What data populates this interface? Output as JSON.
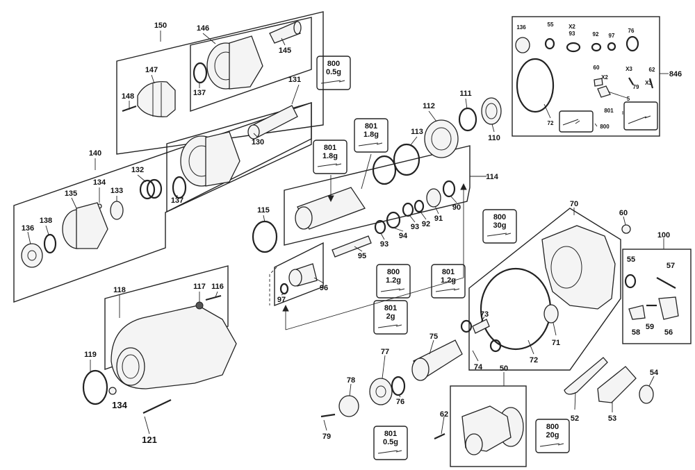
{
  "kits": {
    "k150": "150",
    "k146": "146",
    "k145": "145",
    "k147": "147",
    "k148": "148",
    "k137a": "137",
    "k131": "131",
    "k130": "130",
    "k140": "140",
    "k132": "132",
    "k134a": "134",
    "k133": "133",
    "k135": "135",
    "k136a": "136",
    "k138": "138",
    "k137b": "137",
    "k118": "118",
    "k117": "117",
    "k116": "116",
    "k119": "119",
    "k134b": "134",
    "k121": "121",
    "k115": "115",
    "k95": "95",
    "k93a": "93",
    "k94": "94",
    "k93b": "93",
    "k92a": "92",
    "k91": "91",
    "k90": "90",
    "k114": "114",
    "k113": "113",
    "k112": "112",
    "k111": "111",
    "k110": "110",
    "k96": "96",
    "k97a": "97",
    "k75": "75",
    "k73": "73",
    "k74": "74",
    "k77": "77",
    "k78": "78",
    "k76a": "76",
    "k79a": "79",
    "k50": "50",
    "k62a": "62",
    "k70": "70",
    "k71": "71",
    "k72a": "72",
    "k60a": "60",
    "k100": "100",
    "k55a": "55",
    "k57": "57",
    "k58": "58",
    "k59": "59",
    "k56": "56",
    "k52": "52",
    "k53": "53",
    "k54": "54",
    "k846": "846",
    "k136b": "136",
    "k55b": "55",
    "k93c": "93",
    "k92b": "92",
    "k97b": "97",
    "k76b": "76",
    "k60b": "60",
    "k79b": "79",
    "k62b": "62",
    "k5": "5",
    "k72b": "72",
    "k801d": "801",
    "k800e": "800",
    "x2a": "X2",
    "x2b": "X2",
    "x3a": "X3",
    "x3b": "X3"
  },
  "grease": {
    "g800a": {
      "code": "800",
      "qty": "0.5g"
    },
    "g801a": {
      "code": "801",
      "qty": "1.8g"
    },
    "g801b": {
      "code": "801",
      "qty": "1.8g"
    },
    "g800b": {
      "code": "800",
      "qty": "30g"
    },
    "g800c": {
      "code": "800",
      "qty": "1.2g"
    },
    "g801c": {
      "code": "801",
      "qty": "1.2g"
    },
    "g801e": {
      "code": "801",
      "qty": "2g"
    },
    "g801f": {
      "code": "801",
      "qty": "0.5g"
    },
    "g800d": {
      "code": "800",
      "qty": "20g"
    }
  }
}
